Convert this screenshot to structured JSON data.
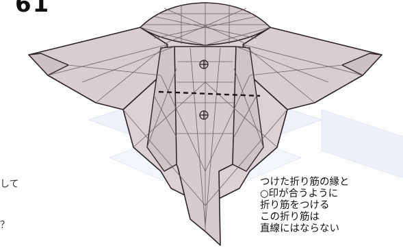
{
  "page_number": "61",
  "left_margin_text": {
    "line1": "して",
    "line2": "？"
  },
  "instruction": {
    "lines": [
      "つけた折り筋の縁と",
      "○印が合うように",
      "折り筋をつける",
      "この折り筋は",
      "直線にはならない"
    ]
  },
  "colors": {
    "paper": "#d9cfd3",
    "paper_dark": "#cfc3c8",
    "outline": "#2a2226",
    "crease": "#6b5e63",
    "background_shape": "#dfe6f3"
  },
  "marks": {
    "circle_marks": 2,
    "dashed_line": true
  }
}
